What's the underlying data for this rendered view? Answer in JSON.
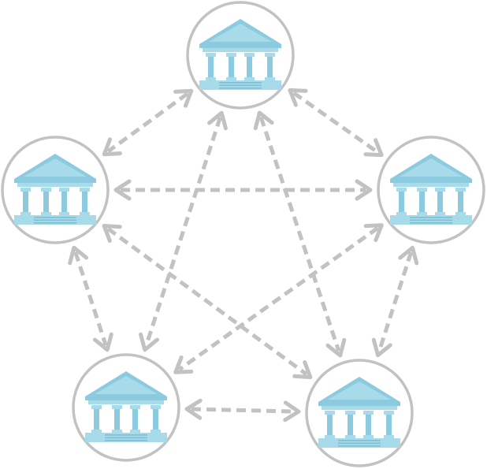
{
  "diagram": {
    "type": "network",
    "nodes": [
      {
        "id": "bank-top",
        "icon": "bank-building-icon"
      },
      {
        "id": "bank-left",
        "icon": "bank-building-icon"
      },
      {
        "id": "bank-right",
        "icon": "bank-building-icon"
      },
      {
        "id": "bank-bottom-left",
        "icon": "bank-building-icon"
      },
      {
        "id": "bank-bottom-right",
        "icon": "bank-building-icon"
      }
    ],
    "edges": [
      {
        "from": "bank-top",
        "to": "bank-left",
        "bidirectional": true,
        "style": "dashed"
      },
      {
        "from": "bank-top",
        "to": "bank-right",
        "bidirectional": true,
        "style": "dashed"
      },
      {
        "from": "bank-top",
        "to": "bank-bottom-left",
        "bidirectional": true,
        "style": "dashed"
      },
      {
        "from": "bank-top",
        "to": "bank-bottom-right",
        "bidirectional": true,
        "style": "dashed"
      },
      {
        "from": "bank-left",
        "to": "bank-right",
        "bidirectional": true,
        "style": "dashed"
      },
      {
        "from": "bank-left",
        "to": "bank-bottom-left",
        "bidirectional": true,
        "style": "dashed"
      },
      {
        "from": "bank-left",
        "to": "bank-bottom-right",
        "bidirectional": true,
        "style": "dashed"
      },
      {
        "from": "bank-right",
        "to": "bank-bottom-left",
        "bidirectional": true,
        "style": "dashed"
      },
      {
        "from": "bank-right",
        "to": "bank-bottom-right",
        "bidirectional": true,
        "style": "dashed"
      },
      {
        "from": "bank-bottom-left",
        "to": "bank-bottom-right",
        "bidirectional": true,
        "style": "dashed"
      }
    ],
    "colors": {
      "edge": "#c2c2c2",
      "ring": "#c2c2c2",
      "building_light": "#a7dbe9",
      "building_dark": "#8ccbdf",
      "building_shade": "#7fbfd5"
    }
  }
}
